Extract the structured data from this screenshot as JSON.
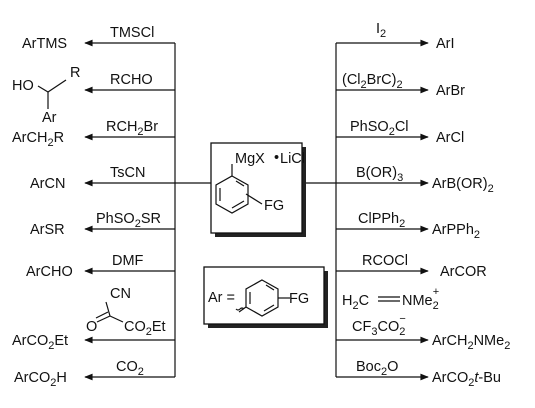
{
  "center": {
    "grignard_label": "MgX",
    "dot": "•",
    "licl_label": "LiCl",
    "fg_label": "FG"
  },
  "legend": {
    "ar_label": "Ar =",
    "fg_label": "FG"
  },
  "left_reactions": [
    {
      "reagent": "TMSCl",
      "product": "ArTMS"
    },
    {
      "reagent": "RCHO",
      "product_structure": {
        "oh": "HO",
        "r": "R",
        "ar": "Ar"
      }
    },
    {
      "reagent_parts": [
        "RCH",
        "2",
        "Br"
      ],
      "product_parts": [
        "ArCH",
        "2",
        "R"
      ]
    },
    {
      "reagent": "TsCN",
      "product": "ArCN"
    },
    {
      "reagent_parts": [
        "PhSO",
        "2",
        "SR"
      ],
      "product": "ArSR"
    },
    {
      "reagent": "DMF",
      "product": "ArCHO"
    },
    {
      "reagent_structure": {
        "cn": "CN",
        "o": "O",
        "co2et": "CO",
        "sub2": "2",
        "et": "Et"
      },
      "product_parts": [
        "ArCO",
        "2",
        "Et"
      ]
    },
    {
      "reagent_parts": [
        "CO",
        "2"
      ],
      "product_parts": [
        "ArCO",
        "2",
        "H"
      ]
    }
  ],
  "right_reactions": [
    {
      "reagent_parts": [
        "I",
        "2"
      ],
      "product": "ArI"
    },
    {
      "reagent_parts": [
        "(Cl",
        "2",
        "BrC)",
        "2"
      ],
      "product": "ArBr"
    },
    {
      "reagent_parts": [
        "PhSO",
        "2",
        "Cl"
      ],
      "product": "ArCl"
    },
    {
      "reagent_parts": [
        "B(OR)",
        "3"
      ],
      "product_parts": [
        "ArB(OR)",
        "2"
      ]
    },
    {
      "reagent_parts": [
        "ClPPh",
        "2"
      ],
      "product_parts": [
        "ArPPh",
        "2"
      ]
    },
    {
      "reagent": "RCOCl",
      "product": "ArCOR"
    },
    {
      "reagent_parts": [
        "H",
        "2",
        "C",
        "NMe",
        "2",
        "+",
        "CF",
        "3",
        "CO",
        "2",
        "−"
      ],
      "product_parts": [
        "ArCH",
        "2",
        "NMe",
        "2"
      ]
    },
    {
      "reagent_parts": [
        "Boc",
        "2",
        "O"
      ],
      "product_parts": [
        "ArCO",
        "2",
        "t",
        "-Bu"
      ]
    }
  ]
}
